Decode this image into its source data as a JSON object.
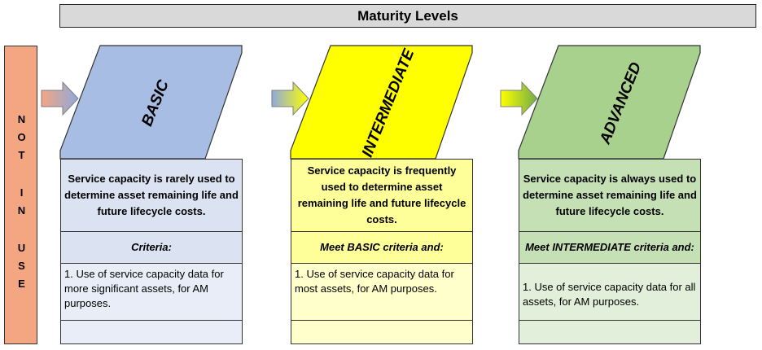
{
  "banner": {
    "title": "Maturity Levels"
  },
  "not_in_use": {
    "letters": [
      "N",
      "O",
      "T",
      "I",
      "N",
      "U",
      "S",
      "E"
    ]
  },
  "colors": {
    "not_in_use": "#f4a582",
    "basic_head": "#a8bde3",
    "basic_dark": "#dbe3f2",
    "basic_light": "#e8edf7",
    "intermediate_head": "#ffff00",
    "intermediate_dark": "#ffff99",
    "intermediate_light": "#ffffcc",
    "advanced_head": "#a9d18e",
    "advanced_dark": "#c5e0b4",
    "advanced_light": "#e2efda"
  },
  "levels": [
    {
      "title": "BASIC",
      "description": "Service capacity is rarely used to determine asset remaining life and future lifecycle costs.",
      "criteria": "Criteria:",
      "item": "1. Use of service capacity data for more significant assets, for AM purposes."
    },
    {
      "title": "INTERMEDIATE",
      "description": "Service capacity is frequently used to determine asset remaining life and future lifecycle costs.",
      "criteria": "Meet BASIC criteria and:",
      "item": "1. Use of service capacity data for most assets, for AM purposes."
    },
    {
      "title": "ADVANCED",
      "description": "Service capacity is always used to determine asset remaining life and future lifecycle costs.",
      "criteria": "Meet INTERMEDIATE criteria and:",
      "item": "1. Use of service capacity data for all assets, for AM purposes."
    }
  ]
}
